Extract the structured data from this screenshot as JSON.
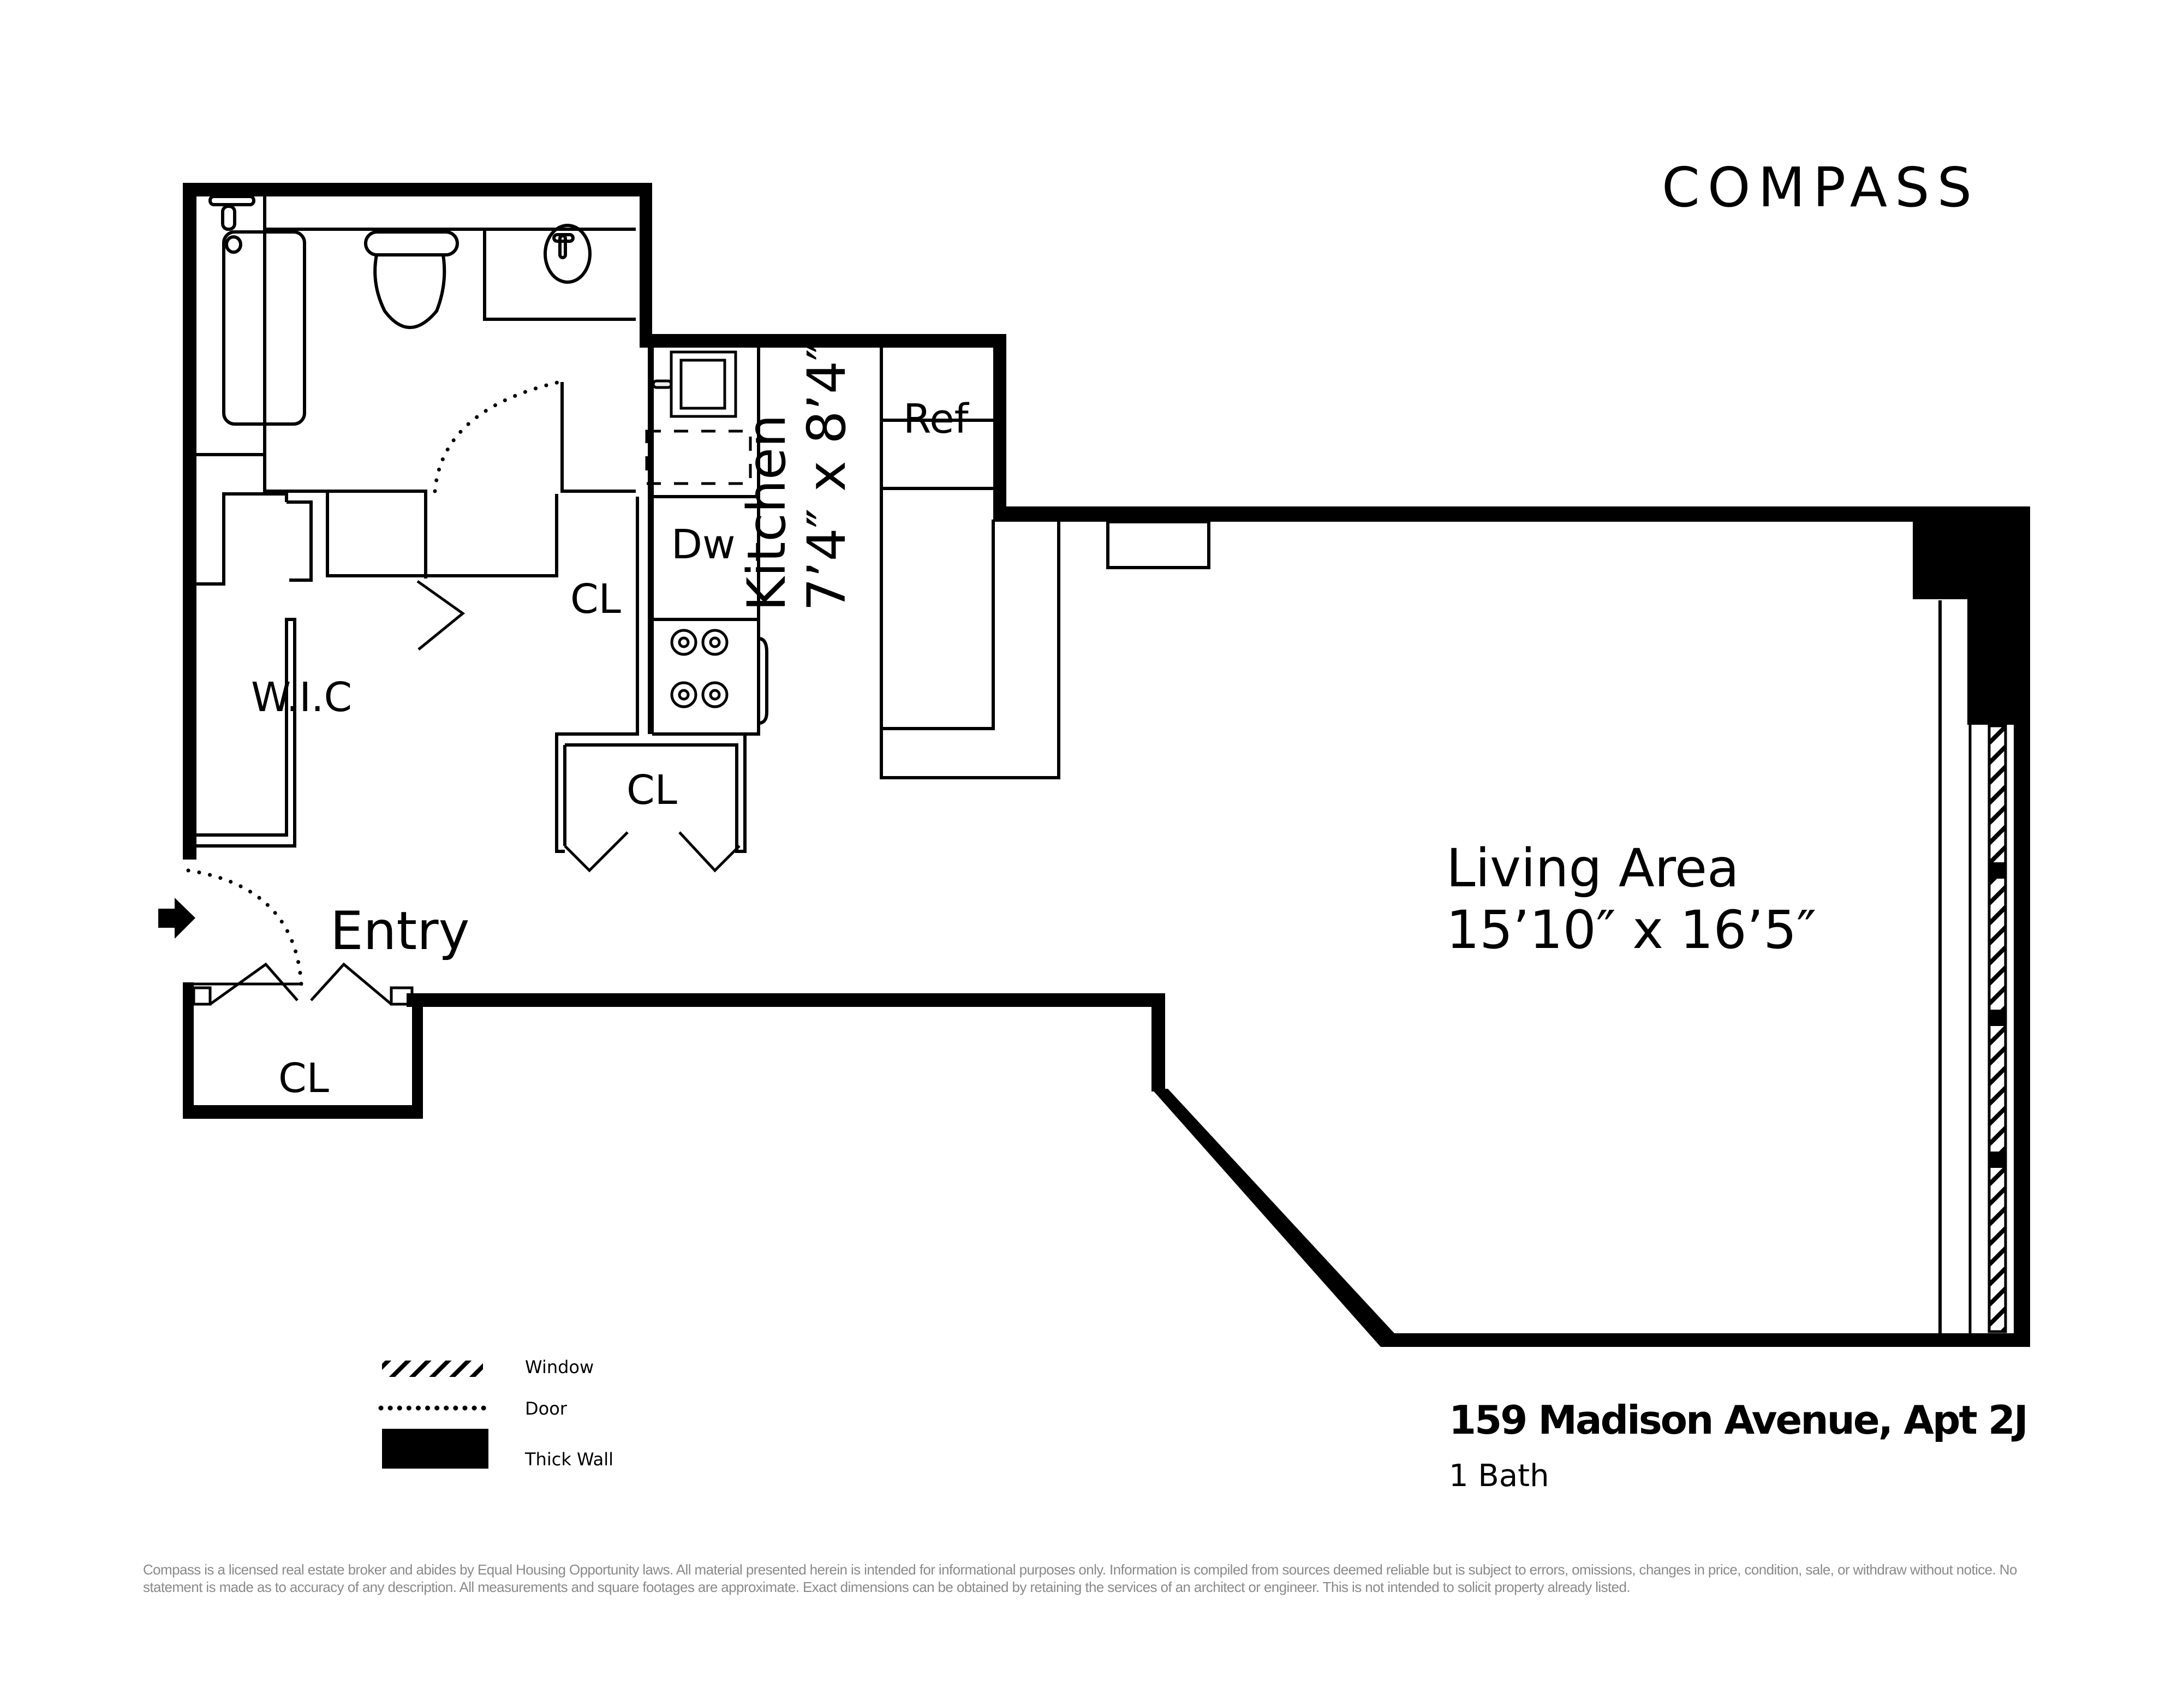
{
  "brand": {
    "logo_text": "COMPASS"
  },
  "rooms": {
    "wic": "W.I.C",
    "closet_mid": "CL",
    "closet_lower": "CL",
    "closet_entry": "CL",
    "entry": "Entry",
    "dishwasher": "Dw",
    "refrigerator": "Ref",
    "kitchen_name": "Kitchen",
    "kitchen_dims": "7’4″ x 8’4″",
    "living_name": "Living Area",
    "living_dims": "15’10″ x 16’5″"
  },
  "legend": {
    "items": [
      {
        "label": "Window",
        "symbol": "hatch"
      },
      {
        "label": "Door",
        "symbol": "dotted-line"
      },
      {
        "label": "Thick Wall",
        "symbol": "solid-block"
      }
    ]
  },
  "listing": {
    "address": "159 Madison Avenue, Apt 2J",
    "baths": "1 Bath"
  },
  "disclaimer": "Compass is a licensed real estate broker and abides by Equal Housing Opportunity laws. All material presented herein is intended for informational purposes only. Information is compiled from sources deemed reliable but is subject to errors, omissions, changes in price, condition, sale, or withdraw without notice. No statement is made as to accuracy of any description. All measurements and square footages are approximate. Exact dimensions can be obtained by retaining the services of an architect or engineer. This is not intended to solicit property already listed.",
  "colors": {
    "wall": "#000000",
    "background": "#ffffff",
    "disclaimer_text": "#8a8a8a"
  }
}
